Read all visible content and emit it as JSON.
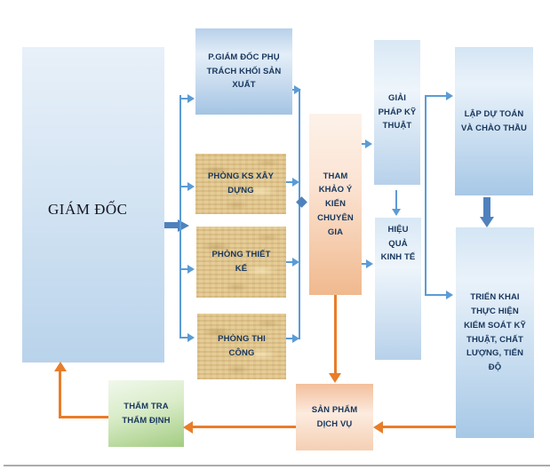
{
  "diagram": {
    "title_hint": "Organization / workflow flowchart",
    "boxes": {
      "giam_doc": {
        "label": "GIÁM ĐỐC"
      },
      "p_giam_doc": {
        "label": "P.GIÁM ĐỐC PHỤ TRÁCH KHỐI SẢN XUẤT"
      },
      "phong_ks": {
        "label": "PHÒNG KS XÂY DỰNG"
      },
      "phong_thiet_ke": {
        "label": "PHÒNG THIẾT KẾ"
      },
      "phong_thi_cong": {
        "label": "PHÒNG THI CÔNG"
      },
      "tham_khao": {
        "label": "THAM KHẢO Ý KIẾN CHUYÊN GIA"
      },
      "giai_phap": {
        "label": "GIẢI PHÁP KỸ THUẬT"
      },
      "hieu_qua": {
        "label": "HIỆU QUẢ KINH TẾ"
      },
      "lap_du_toan": {
        "label": "LẬP DỰ TOÁN VÀ CHÀO THẦU"
      },
      "trien_khai": {
        "label": "TRIỂN KHAI THỰC HIỆN KIỂM SOÁT KỸ THUẬT, CHẤT LƯỢNG, TIẾN ĐỘ"
      },
      "san_pham": {
        "label": "SẢN PHẨM DỊCH VỤ"
      },
      "tham_tra": {
        "label": "THẨM TRA THẨM ĐỊNH"
      }
    },
    "colors": {
      "arrow_blue": "#5b9bd5",
      "arrow_blue_thick": "#4f81bd",
      "arrow_orange": "#e87d2a",
      "box_blue_light": "#d7e6f4",
      "box_blue_deep": "#a4c4e3",
      "box_tan": "#e3c890",
      "box_orange": "#f0b98e",
      "box_peach": "#fcebdf",
      "box_green": "#a3cc82",
      "text_navy": "#17365d",
      "divider_gray": "#ababab"
    }
  }
}
